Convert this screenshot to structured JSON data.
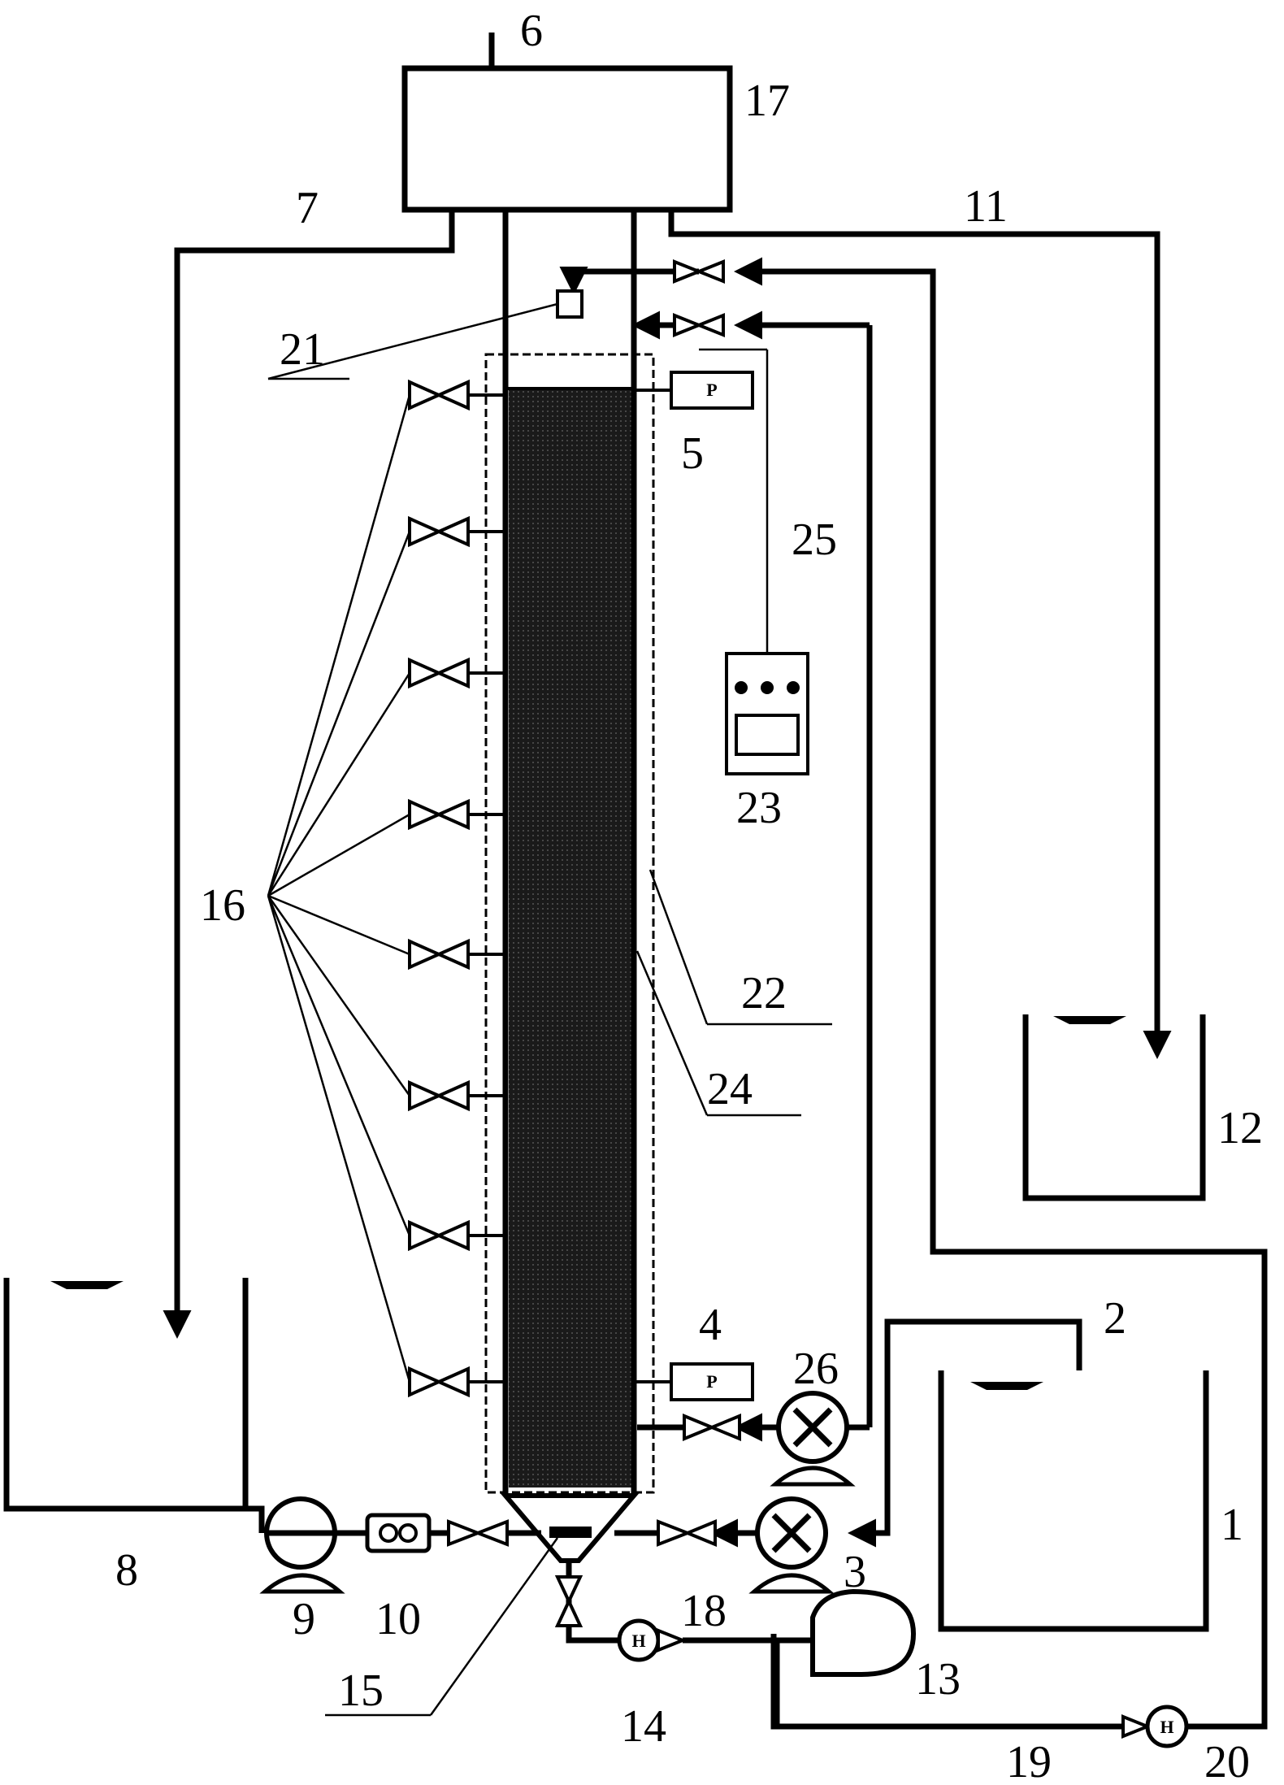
{
  "labels": {
    "l1": "1",
    "l2": "2",
    "l3": "3",
    "l4": "4",
    "l5": "5",
    "l6": "6",
    "l7": "7",
    "l8": "8",
    "l9": "9",
    "l10": "10",
    "l11": "11",
    "l12": "12",
    "l13": "13",
    "l14": "14",
    "l15": "15",
    "l16": "16",
    "l17": "17",
    "l18": "18",
    "l19": "19",
    "l20": "20",
    "l21": "21",
    "l22": "22",
    "l23": "23",
    "l24": "24",
    "l25": "25",
    "l26": "26"
  },
  "gauges": {
    "top": "P",
    "bottom": "P"
  },
  "flowmeters": {
    "f14": "H",
    "f20": "H"
  }
}
